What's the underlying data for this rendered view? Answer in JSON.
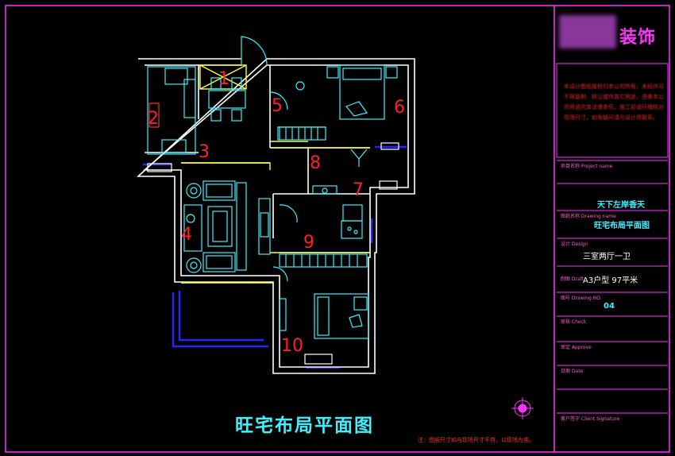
{
  "company": {
    "name_suffix": "装饰"
  },
  "notice_text": "本设计图纸版权归本公司所有，未经许可不得复制、转让或作其它用途，违者本公司将追究其法律责任。施工前请仔细核对现场尺寸，如有疑问请与设计师联系。",
  "title_block": {
    "project": {
      "label": "项目名称 Project name",
      "value": "天下左岸香天"
    },
    "drawing": {
      "label": "图纸名称 Drawing name",
      "value": "旺宅布局平面图"
    },
    "design": {
      "label": "设计 Design",
      "value": "三室两厅一卫"
    },
    "draft": {
      "label": "制图 Draft",
      "value": "A3户型   97平米"
    },
    "number": {
      "label": "图号 Drawing NO.",
      "value": "04"
    },
    "check": {
      "label": "审核 Check"
    },
    "approve": {
      "label": "审定 Approve"
    },
    "date": {
      "label": "日期 Date"
    },
    "signature": {
      "label": "客户签字 Client Signature"
    }
  },
  "plan": {
    "title": "旺宅布局平面图",
    "footnote": "注：图纸尺寸如与现场尺寸不符，以现场为准。",
    "zone_labels": [
      "1",
      "2",
      "3",
      "4",
      "5",
      "6",
      "7",
      "8",
      "9",
      "10"
    ]
  },
  "colors": {
    "wall": "#ffffff",
    "furniture": "#3ff0ff",
    "fengshui_zone": "#ffff33",
    "zone_number": "#ff2020",
    "frame": "#ff33ff",
    "window": "#2424ff"
  },
  "icons": [
    "compass-icon"
  ]
}
